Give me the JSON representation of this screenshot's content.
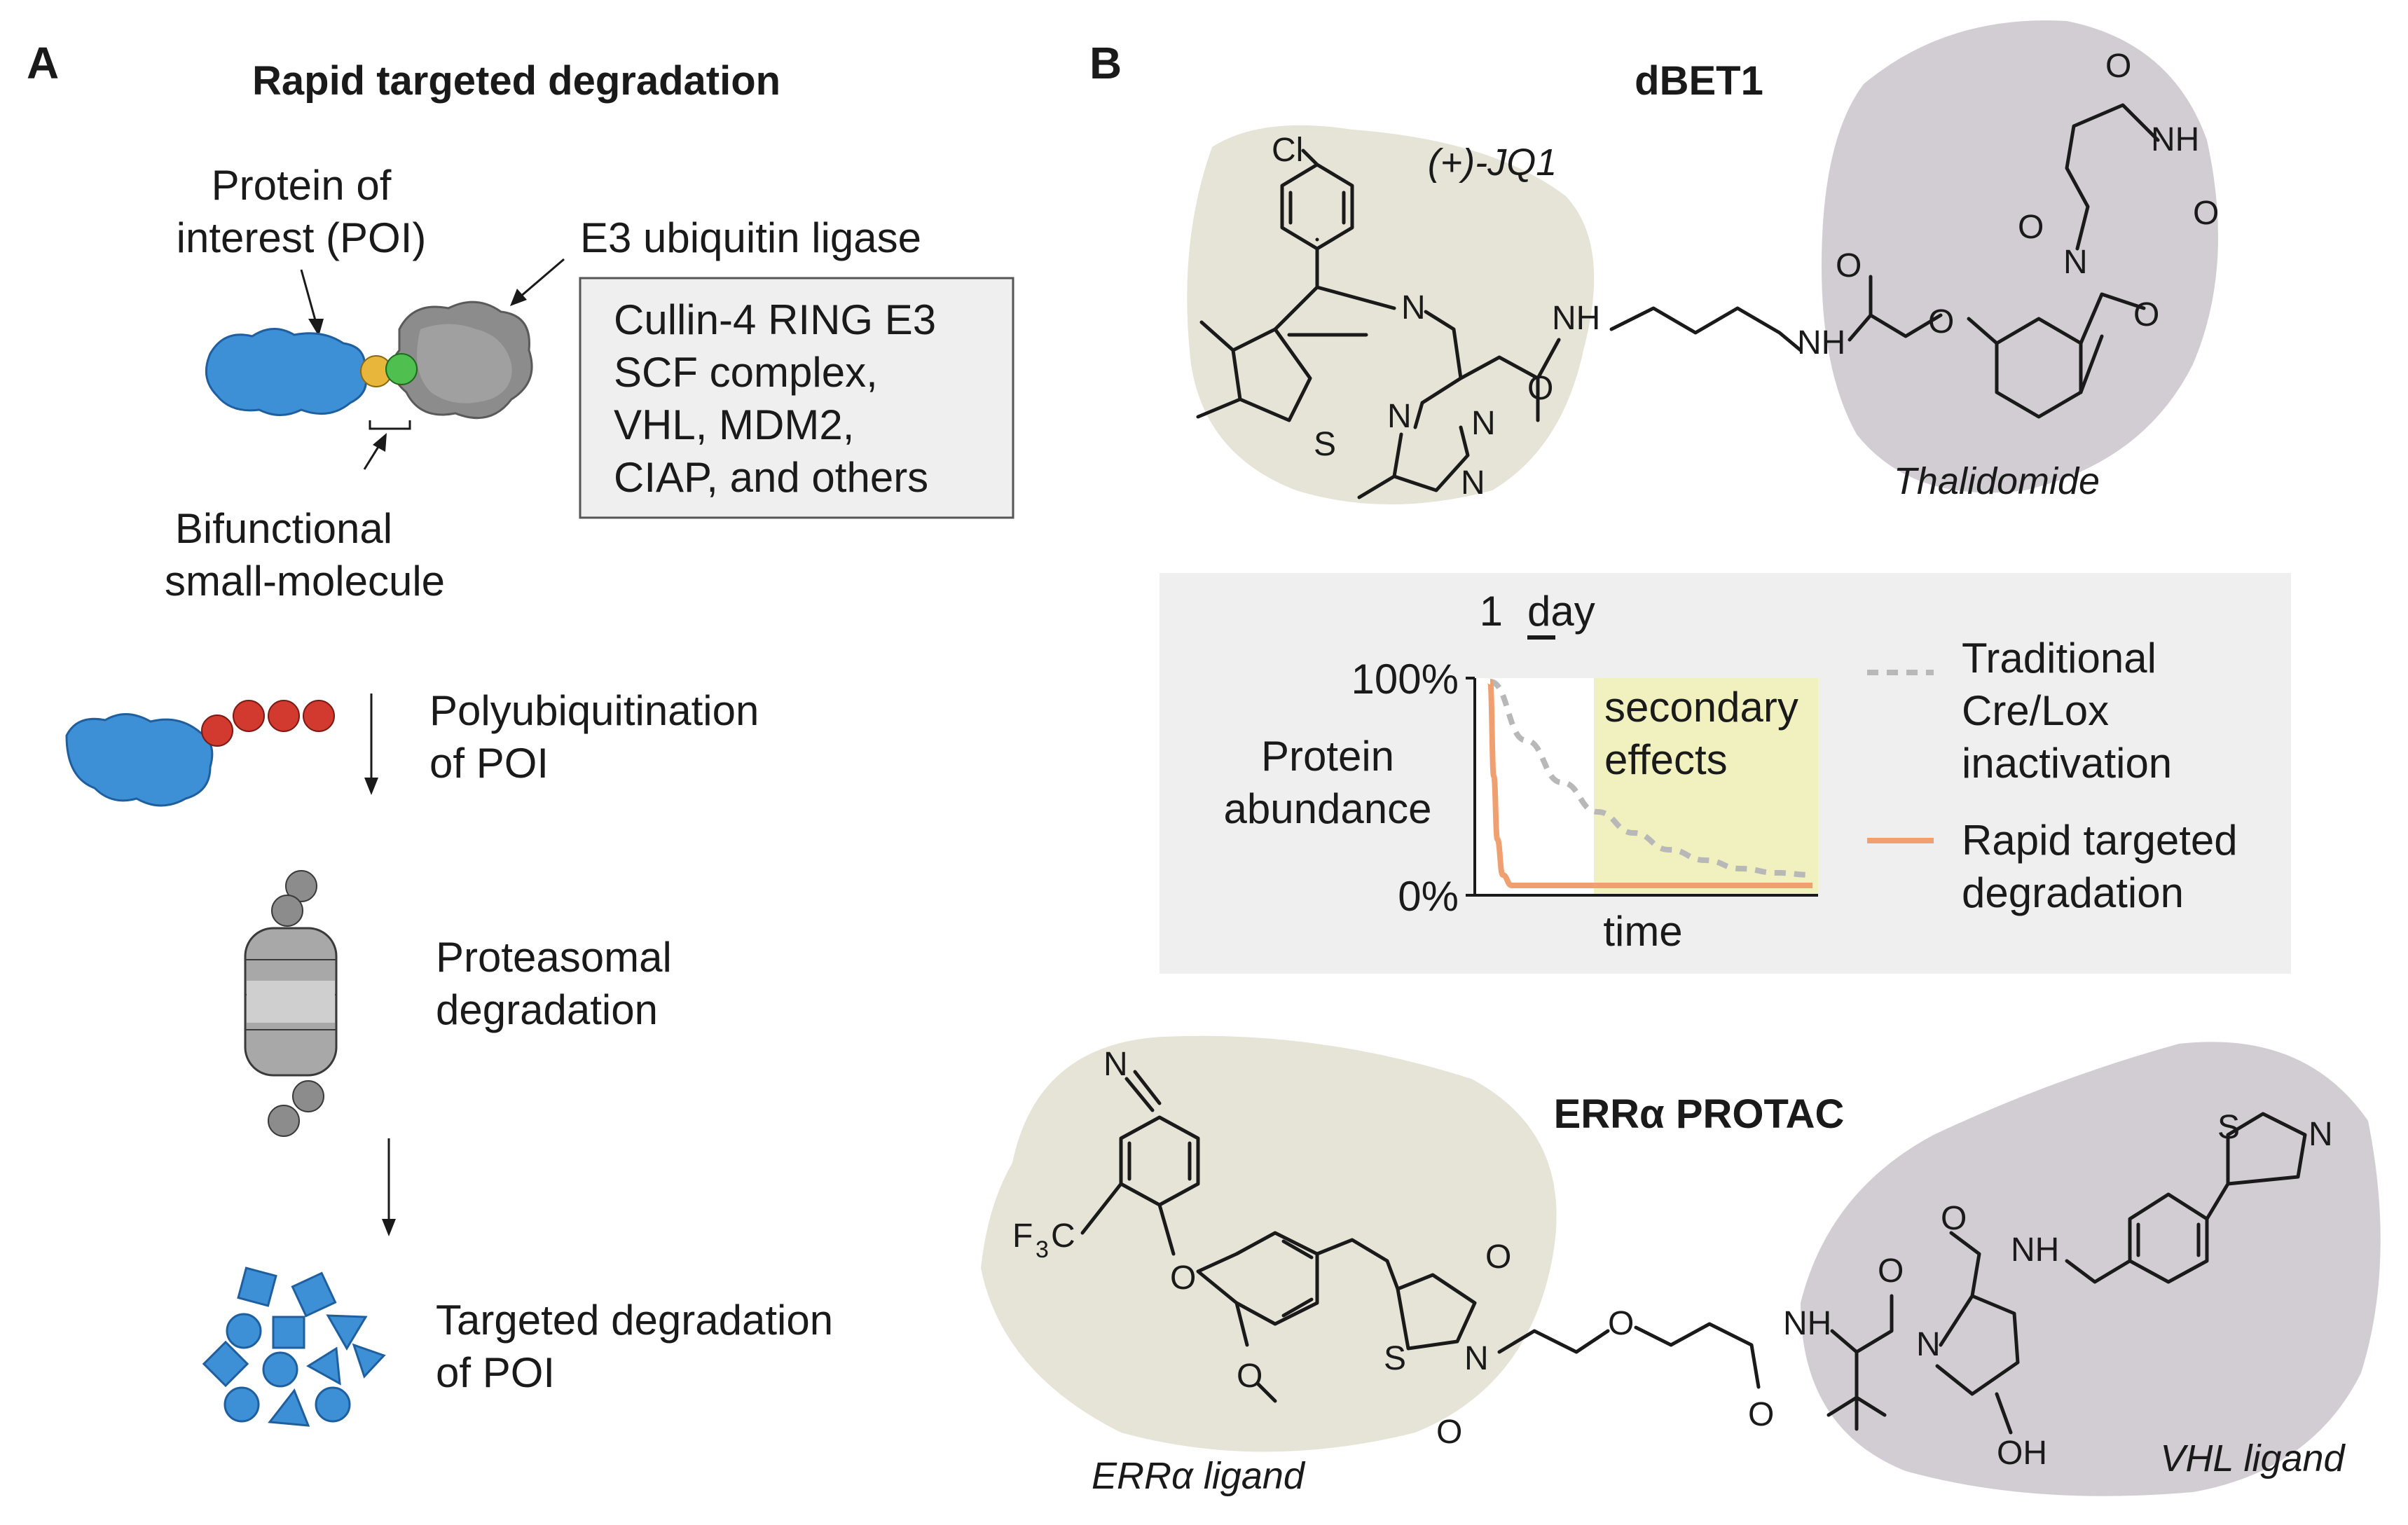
{
  "panel_a": {
    "label": "A",
    "title": "Rapid targeted degradation",
    "poi_label_line1": "Protein of",
    "poi_label_line2": "interest (POI)",
    "e3_label": "E3 ubiquitin ligase",
    "e3_examples": [
      "Cullin-4 RING E3",
      "SCF complex,",
      "VHL, MDM2,",
      "CIAP, and others"
    ],
    "bifunctional_line1": "Bifunctional",
    "bifunctional_line2": "small-molecule",
    "step1_line1": "Polyubiquitination",
    "step1_line2": "of POI",
    "step2_line1": "Proteasomal",
    "step2_line2": "degradation",
    "step3_line1": "Targeted degradation",
    "step3_line2": "of POI"
  },
  "panel_b": {
    "label": "B",
    "dbet1": {
      "title": "dBET1",
      "left_ligand": "(+)-JQ1",
      "right_ligand": "Thalidomide"
    },
    "chart": {
      "scale_number": "1",
      "scale_unit": "day",
      "y100": "100%",
      "y0": "0%",
      "ylabel_line1": "Protein",
      "ylabel_line2": "abundance",
      "xlabel": "time",
      "annotation_line1": "secondary",
      "annotation_line2": "effects",
      "legend": [
        {
          "lines": [
            "Traditional",
            "Cre/Lox",
            "inactivation"
          ],
          "color": "#b8b8b8",
          "style": "dashed"
        },
        {
          "lines": [
            "Rapid targeted",
            "degradation"
          ],
          "color": "#f0a070",
          "style": "solid"
        }
      ]
    },
    "protac": {
      "title": "ERRα PROTAC",
      "left_ligand": "ERRα ligand",
      "right_ligand": "VHL ligand"
    },
    "atoms": {
      "Cl": "Cl",
      "N": "N",
      "NH": "NH",
      "O": "O",
      "S": "S",
      "OH": "OH",
      "CF3_F": "F",
      "CF3_3": "3",
      "CF3_C": "C"
    }
  },
  "colors": {
    "poi_blue": "#3d8fd6",
    "e3_gray": "#8c8c8c",
    "ubiquitin_red": "#d23a2f",
    "ligand_left_bg": "#e6e4d6",
    "ligand_right_bg": "#d2cdd2",
    "chart_panel_bg": "#efefef",
    "highlight_yellow": "#f1f0bf",
    "orange_curve": "#f0a070",
    "gray_curve": "#b8b8b8"
  },
  "chart_data": {
    "type": "line",
    "xlabel": "time",
    "ylabel": "Protein abundance",
    "ylim": [
      0,
      100
    ],
    "y_ticks": [
      "0%",
      "100%"
    ],
    "series": [
      {
        "name": "Traditional Cre/Lox inactivation",
        "x": [
          0,
          1,
          2,
          3,
          4,
          5,
          6,
          7,
          8,
          9
        ],
        "values": [
          100,
          72,
          52,
          38,
          28,
          20,
          15,
          11,
          9,
          8
        ]
      },
      {
        "name": "Rapid targeted degradation",
        "x": [
          0,
          0.1,
          0.2,
          0.35,
          0.6,
          1,
          2,
          4,
          6,
          9
        ],
        "values": [
          100,
          55,
          25,
          8,
          3,
          3,
          3,
          3,
          3,
          3
        ]
      }
    ]
  }
}
